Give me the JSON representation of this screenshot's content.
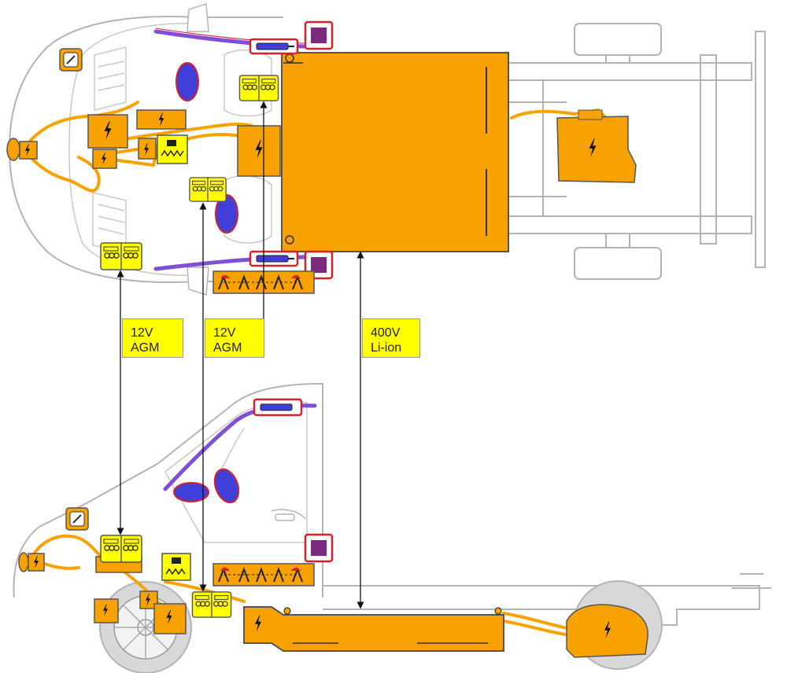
{
  "labels": {
    "agm_front": {
      "line1": "12V",
      "line2": "AGM"
    },
    "agm_seat": {
      "line1": "12V",
      "line2": "AGM"
    },
    "hv_battery": {
      "line1": "400V",
      "line2": "Li-ion"
    }
  },
  "icons": {
    "hv_component": "lightning-bolt-icon",
    "hv_cutoff": "fuse-icon",
    "airbag": "airbag-icon",
    "gas_strut": "gas-strut-icon",
    "seatbelt_pretensioner": "pretensioner-icon",
    "control_unit": "control-unit-icon"
  },
  "colors": {
    "high_voltage": "#f7a200",
    "low_voltage_battery": "#ffff00",
    "airbag": "#4040d8",
    "curtain_airbag": "#7f4fd6",
    "pretensioner_unit": "#7b2a80",
    "highlight_border": "#d8202a",
    "vehicle_outline": "#b4b4b4"
  }
}
